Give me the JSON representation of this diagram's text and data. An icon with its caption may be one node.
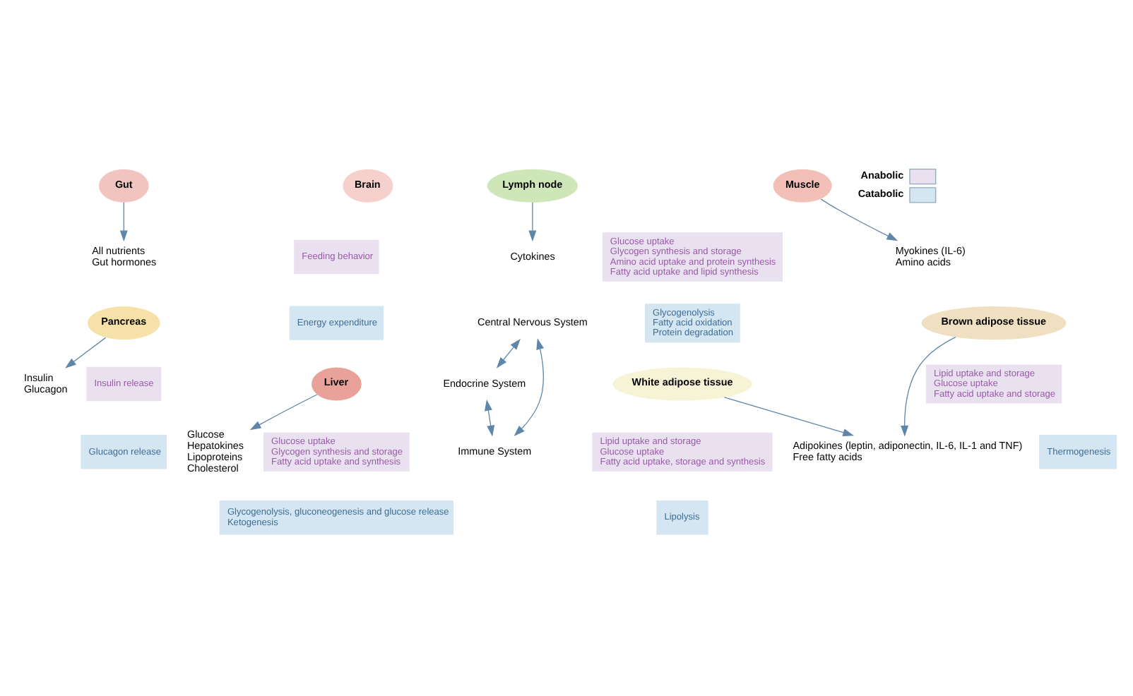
{
  "diagram": {
    "nodes": [
      {
        "text": [
          "Gut"
        ]
      },
      {
        "text": [
          "All nutrients",
          "Gut hormones"
        ]
      },
      {
        "text": [
          "Brain"
        ]
      },
      {
        "text": [
          "Feeding behavior"
        ]
      },
      {
        "text": [
          "Energy expenditure"
        ]
      },
      {
        "text": [
          "Lymph node"
        ]
      },
      {
        "text": [
          "Cytokines"
        ]
      },
      {
        "text": [
          "Glucose uptake",
          "Glycogen synthesis and storage",
          "Amino acid uptake and protein synthesis",
          "Fatty acid uptake and lipid synthesis"
        ]
      },
      {
        "text": [
          "Glycogenolysis",
          "Fatty acid oxidation",
          "Protein degradation"
        ]
      },
      {
        "text": [
          "Central Nervous System"
        ]
      },
      {
        "text": [
          "Pancreas"
        ]
      },
      {
        "text": [
          "Insulin",
          "Glucagon"
        ]
      },
      {
        "text": [
          "Myokines (IL-6)",
          "Amino acids"
        ]
      },
      {
        "text": [
          "Endocrine System"
        ]
      },
      {
        "text": [
          "Immune System"
        ]
      },
      {
        "text": [
          "Muscle"
        ]
      },
      {
        "text": [
          "Insulin release"
        ]
      },
      {
        "text": [
          "Glucagon release"
        ]
      },
      {
        "text": [
          "Glucose",
          "Hepatokines",
          "Lipoproteins",
          "Cholesterol"
        ]
      },
      {
        "text": [
          "Adipokines (leptin, adiponectin, IL-6, IL-1 and TNF)",
          "Free fatty acids"
        ]
      },
      {
        "text": [
          "Brown adipose tissue"
        ]
      },
      {
        "text": [
          "Lipid uptake and storage",
          "Glucose uptake",
          "Fatty acid uptake and storage"
        ]
      },
      {
        "text": [
          "Thermogenesis"
        ]
      },
      {
        "text": [
          "Liver"
        ]
      },
      {
        "text": [
          "Glucose uptake",
          "Glycogen synthesis and storage",
          "Fatty acid uptake and synthesis"
        ]
      },
      {
        "text": [
          "Glycogenolysis, gluconeogenesis and glucose release",
          "Ketogenesis"
        ]
      },
      {
        "text": [
          "White adipose tissue"
        ]
      },
      {
        "text": [
          "Lipid uptake and storage",
          "Glucose uptake",
          "Fatty acid uptake, storage and synthesis"
        ]
      },
      {
        "text": [
          "Lipolysis"
        ]
      }
    ],
    "edges": [
      {
        "from": 0,
        "to": 1,
        "arrow": "to"
      },
      {
        "from": 5,
        "to": 6,
        "arrow": "to"
      },
      {
        "from": 10,
        "to": 11,
        "arrow": "to"
      },
      {
        "from": 15,
        "to": 12,
        "arrow": "to"
      },
      {
        "from": 23,
        "to": 18,
        "arrow": "to"
      },
      {
        "from": 26,
        "to": 19,
        "arrow": "to"
      },
      {
        "from": 20,
        "to": 19,
        "arrow": "to"
      },
      {
        "from": 9,
        "to": 13,
        "arrow": "both"
      },
      {
        "from": 9,
        "to": 14,
        "arrow": "both"
      },
      {
        "from": 13,
        "to": 14,
        "arrow": "both"
      }
    ],
    "legend": [
      {
        "text": "Anabolic",
        "color": "#e9e1f0"
      },
      {
        "text": "Catabolic",
        "color": "#d3e6f2"
      }
    ]
  }
}
